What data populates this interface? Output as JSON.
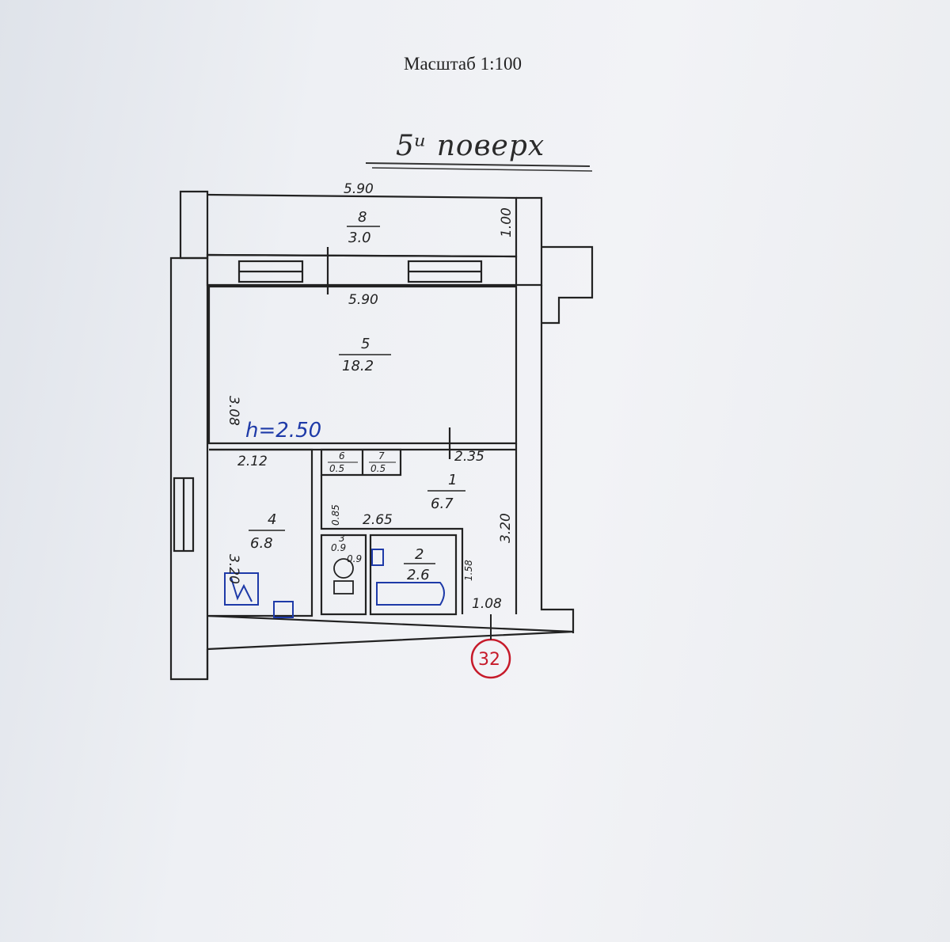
{
  "header": {
    "scale": "Масштаб 1:100"
  },
  "floor_title": "5ᵘ поверх",
  "dimensions": {
    "top_width": "5.90",
    "balcony_depth": "1.00",
    "room5_width": "5.90",
    "room5_depth": "3.08",
    "height_note": "h=2.50",
    "room4_width": "2.12",
    "room4_depth": "3.20",
    "room1_width": "2.35",
    "room1_depth": "3.20",
    "corridor_width": "2.65",
    "closet_depth": "0.85",
    "bath_depth": "1.58",
    "wc_width": "0.9",
    "entry_width": "1.08"
  },
  "rooms": {
    "r8": {
      "num": "8",
      "area": "3.0"
    },
    "r5": {
      "num": "5",
      "area": "18.2"
    },
    "r4": {
      "num": "4",
      "area": "6.8"
    },
    "r1": {
      "num": "1",
      "area": "6.7"
    },
    "r6": {
      "num": "6",
      "area": "0.5"
    },
    "r7": {
      "num": "7",
      "area": "0.5"
    },
    "r2": {
      "num": "2",
      "area": "2.6"
    },
    "r3": {
      "num": "3",
      "area": "0.9"
    }
  },
  "stamp": "32",
  "colors": {
    "ink": "#222222",
    "blue": "#1e3aa8",
    "red": "#c61a2a"
  }
}
